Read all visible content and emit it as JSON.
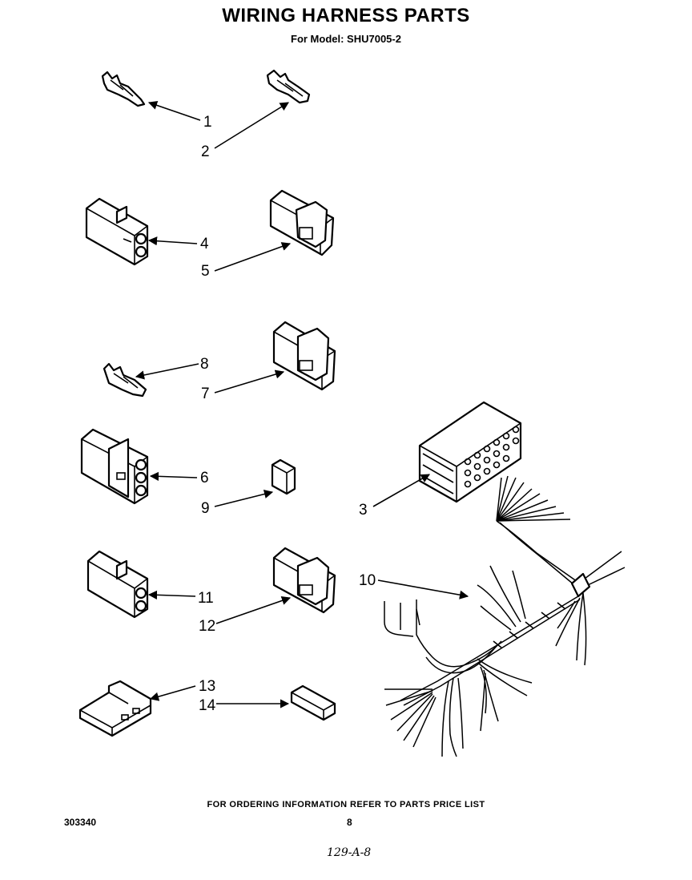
{
  "header": {
    "title": "WIRING HARNESS PARTS",
    "subtitle": "For Model: SHU7005-2"
  },
  "footer": {
    "note": "FOR ORDERING INFORMATION REFER TO PARTS PRICE LIST",
    "doc_number": "303340",
    "page_number": "8",
    "handwritten_mark": "129-A-8"
  },
  "callouts": [
    "1",
    "2",
    "3",
    "4",
    "5",
    "6",
    "7",
    "8",
    "9",
    "10",
    "11",
    "12",
    "13",
    "14"
  ]
}
